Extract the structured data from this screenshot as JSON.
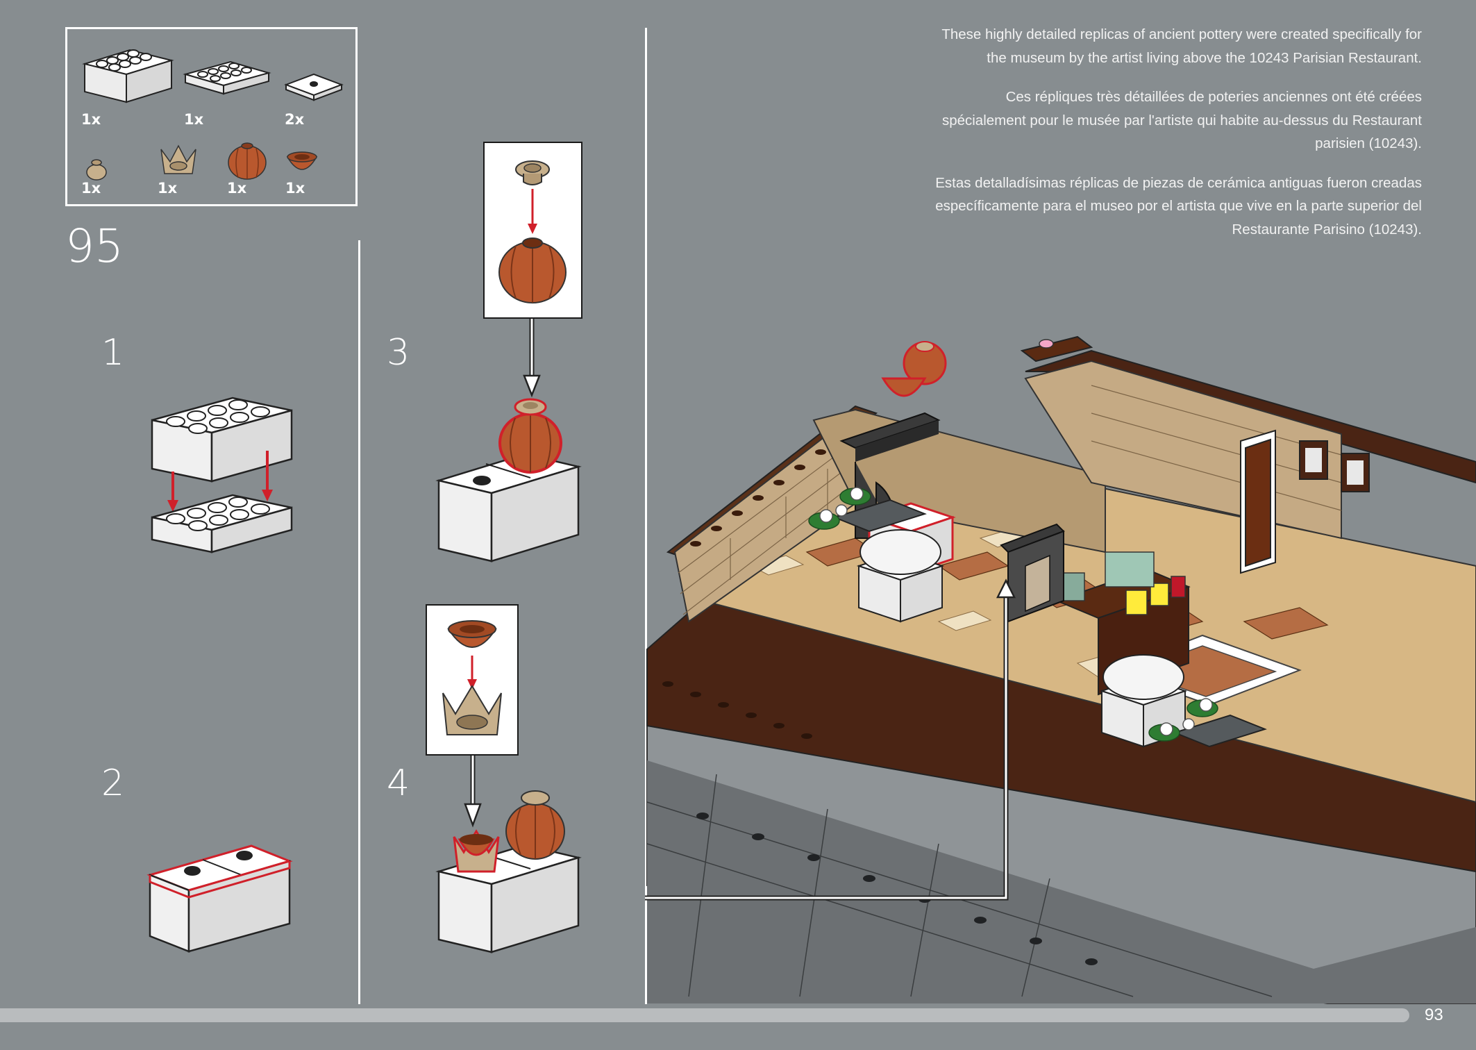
{
  "page": {
    "step_number": "95",
    "page_number": "93"
  },
  "parts_list": {
    "row1": [
      {
        "qty": "1x",
        "part": "brick-2x4-white"
      },
      {
        "qty": "1x",
        "part": "plate-2x4-white"
      },
      {
        "qty": "2x",
        "part": "tile-1x1-stud-white"
      }
    ],
    "row2": [
      {
        "qty": "1x",
        "part": "vase-small-tan"
      },
      {
        "qty": "1x",
        "part": "flower-cup-tan"
      },
      {
        "qty": "1x",
        "part": "vase-round-orange"
      },
      {
        "qty": "1x",
        "part": "bowl-small-orange"
      }
    ]
  },
  "steps": [
    {
      "number": "1"
    },
    {
      "number": "2"
    },
    {
      "number": "3"
    },
    {
      "number": "4"
    }
  ],
  "description": {
    "en": "These highly detailed replicas of ancient pottery were created specifically for the museum by the artist living above the 10243 Parisian Restaurant.",
    "fr": "Ces répliques très détaillées de poteries anciennes ont été créées spécialement pour le musée par l'artiste qui habite au-dessus du Restaurant parisien (10243).",
    "es": "Estas detalladísimas réplicas de piezas de cerámica antiguas fueron creadas específicamente para el museo por el artista que vive en la parte superior del Restaurante Parisino (10243)."
  },
  "colors": {
    "background": "#878d90",
    "accent_red": "#d0202a",
    "vase_orange": "#b9582e",
    "tan": "#c7b08c"
  }
}
